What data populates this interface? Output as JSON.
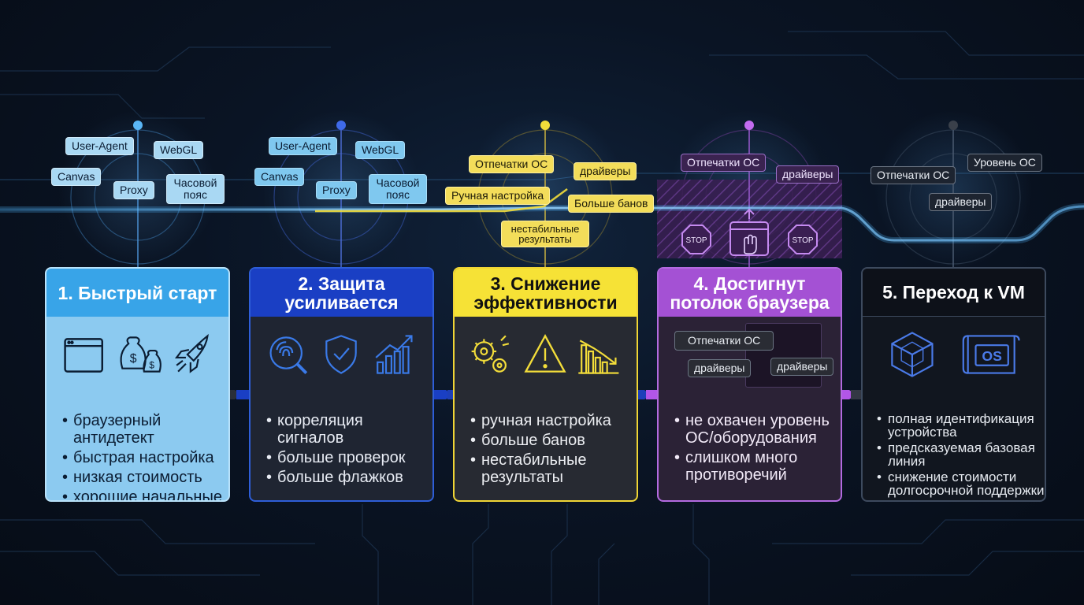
{
  "stages": [
    {
      "title": "1. Быстрый старт",
      "tags": [
        "User-Agent",
        "WebGL",
        "Canvas",
        "Proxy",
        "Часовой пояс"
      ],
      "bullets": [
        "браузерный антидетект",
        "быстрая настройка",
        "низкая стоимость",
        "хорошие начальные результаты"
      ],
      "icons": [
        "browser-window-icon",
        "money-bags-icon",
        "rocket-icon"
      ],
      "accent": "#38a4e8"
    },
    {
      "title": "2. Защита усиливается",
      "tags": [
        "User-Agent",
        "WebGL",
        "Canvas",
        "Proxy",
        "Часовой пояс"
      ],
      "bullets": [
        "корреляция сигналов",
        "больше проверок",
        "больше флажков"
      ],
      "icons": [
        "fingerprint-search-icon",
        "shield-check-icon",
        "rising-chart-icon"
      ],
      "accent": "#1a3fc4"
    },
    {
      "title": "3. Снижение эффективности",
      "tags": [
        "Отпечатки ОС",
        "драйверы",
        "Ручная настройка",
        "Больше банов",
        "нестабильные результаты"
      ],
      "bullets": [
        "ручная настройка",
        "больше банов",
        "нестабильные результаты"
      ],
      "icons": [
        "gears-icon",
        "warning-icon",
        "falling-chart-icon"
      ],
      "accent": "#f6e236"
    },
    {
      "title": "4. Достигнут потолок браузера",
      "tags": [
        "Отпечатки ОС",
        "драйверы"
      ],
      "inner_tags": [
        "Отпечатки ОС",
        "драйверы",
        "драйверы"
      ],
      "stop_label": "STOP",
      "bullets": [
        "не охвачен уровень ОС/оборудования",
        "слишком много противоречий"
      ],
      "icons": [
        "stop-sign-icon",
        "browser-hand-icon",
        "stop-sign-icon"
      ],
      "accent": "#a451d4"
    },
    {
      "title": "5. Переход к VM",
      "tags": [
        "Отпечатки ОС",
        "Уровень ОС",
        "драйверы"
      ],
      "os_label": "OS",
      "bullets": [
        "полная идентификация устройства",
        "предсказуемая базовая линия",
        "снижение стоимости долгосрочной поддержки"
      ],
      "icons": [
        "cube-icon",
        "os-scroll-icon"
      ],
      "accent": "#5aa8e8"
    }
  ]
}
